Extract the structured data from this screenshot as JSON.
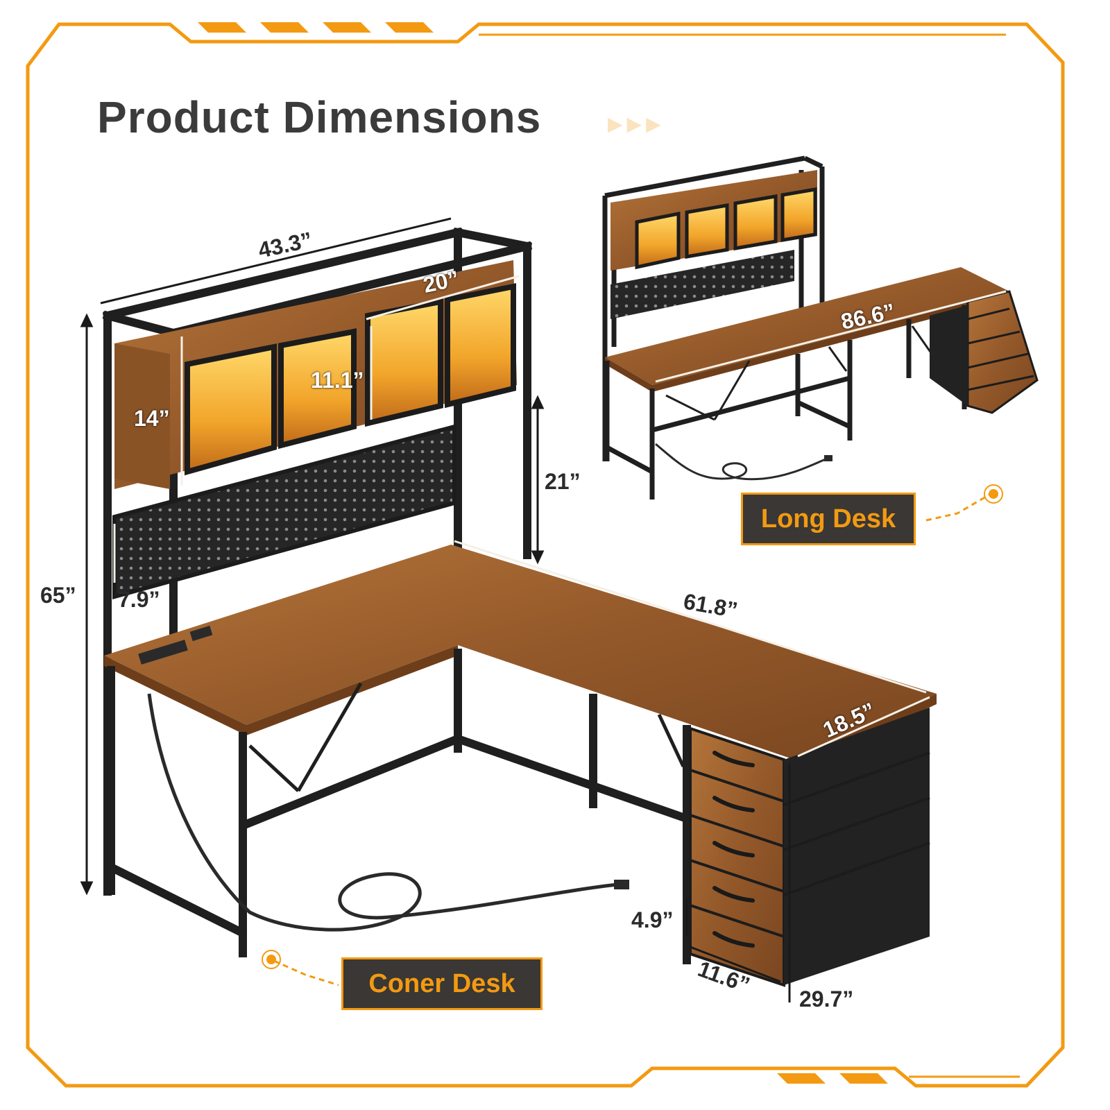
{
  "title": "Product Dimensions",
  "accent_color": "#f39a12",
  "wood_color": "#a0652c",
  "metal_color": "#1f1f1f",
  "labels": {
    "long_desk": "Long Desk",
    "corner_desk": "Coner Desk"
  },
  "dimensions": {
    "hutch_width": "43.3”",
    "cabinet_width": "20”",
    "cabinet_inner_height": "11.1”",
    "cabinet_height": "14”",
    "hutch_height": "21”",
    "total_height": "65”",
    "pegboard_height": "7.9”",
    "long_desk_width": "86.6”",
    "side_desk_length": "61.8”",
    "side_desk_depth": "18.5”",
    "drawer_height": "4.9”",
    "drawer_width": "11.6”",
    "cabinet_leg_height": "29.7”"
  }
}
